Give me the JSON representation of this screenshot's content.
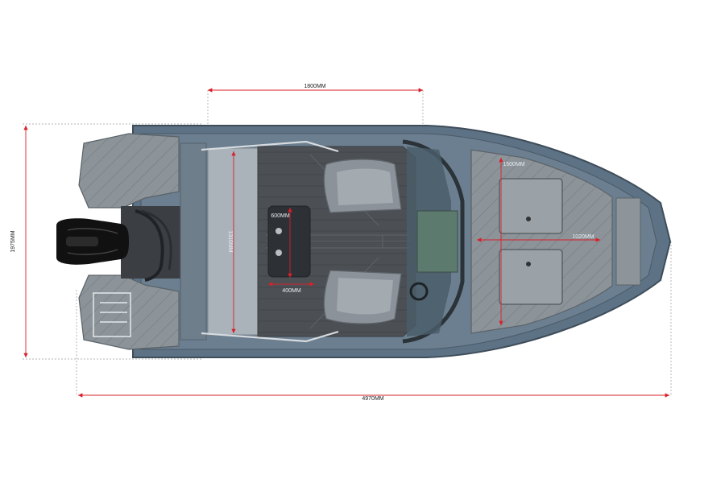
{
  "dimensions": {
    "width_top": "1800MM",
    "beam": "1975MM",
    "length": "4970MM",
    "bow_width": "1500MM",
    "bow_length": "1020MM",
    "cockpit_length": "1310MM",
    "table_height": "600MM",
    "table_width": "400MM"
  },
  "colors": {
    "dimension_line": "#d8202a",
    "guide_line": "#9a9a9a",
    "hull": "#5d7284",
    "hull_dark": "#3e4d5a",
    "deck": "#4a4d52",
    "deck_light": "#8f979d",
    "engine": "#111111"
  }
}
